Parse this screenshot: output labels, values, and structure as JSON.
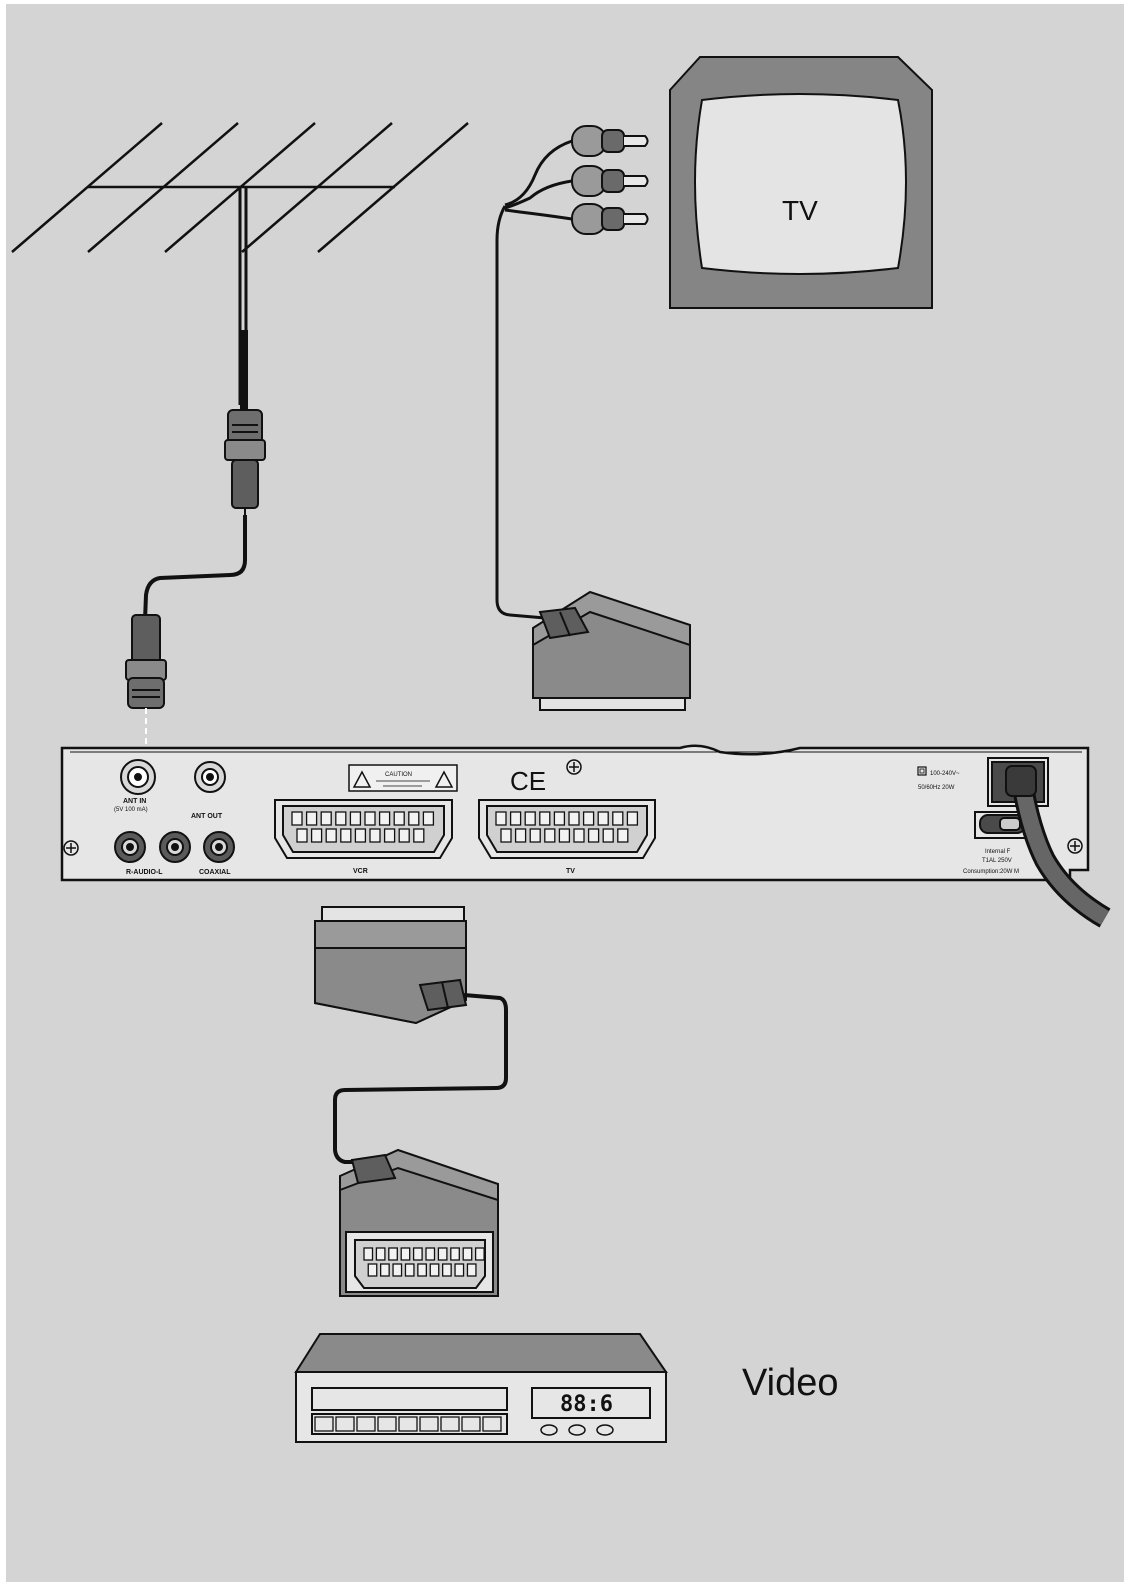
{
  "labels": {
    "tv": "TV",
    "video": "Video",
    "lcd": "88:6",
    "ant_in": "ANT IN",
    "ant_in_sub": "(5V 100 mA)",
    "ant_out": "ANT OUT",
    "r_audio_l": "R-AUDIO-L",
    "coaxial": "COAXIAL",
    "vcr": "VCR",
    "tv_scart": "TV",
    "caution": "CAUTION",
    "ce": "CE",
    "power_1": "100-240V~",
    "power_2": "50/60Hz 20W",
    "fuse_1": "Internal F",
    "fuse_2": "T1AL 250V",
    "consumption": "Consumption:20W M"
  },
  "colors": {
    "background": "#d4d4d4",
    "device": "#e6e6e6",
    "device_dark": "#7e7e7e",
    "line": "#111111",
    "screen": "#e4e4e4"
  }
}
